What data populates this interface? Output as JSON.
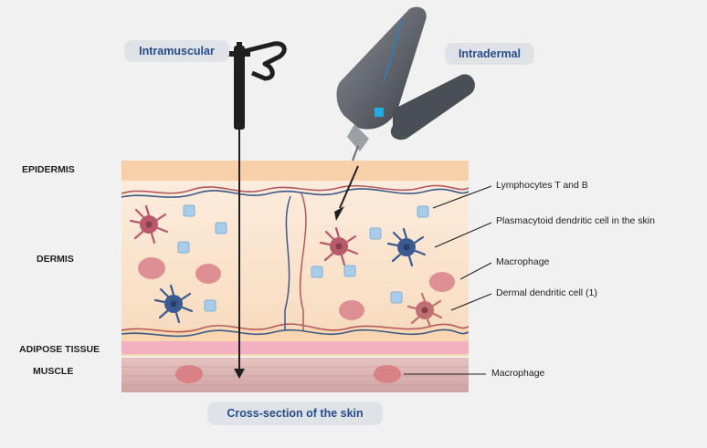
{
  "labels": {
    "intramuscular": "Intramuscular",
    "intradermal": "Intradermal",
    "cross_section": "Cross-section of the skin"
  },
  "layers": {
    "epidermis": "EPIDERMIS",
    "dermis": "DERMIS",
    "adipose": "ADIPOSE TISSUE",
    "muscle": "MUSCLE"
  },
  "callouts": {
    "lymphocytes": "Lymphocytes T and B",
    "plasmacytoid": "Plasmacytoid dendritic cell in the skin",
    "macrophage_dermis": "Macrophage",
    "dermal_dc": "Dermal dendritic cell (1)",
    "macrophage_muscle": "Macrophage"
  },
  "colors": {
    "pill_bg": "#dfe3e8",
    "pill_text": "#274c8a",
    "epidermis": "#f7cfa9",
    "dermis": "#fbe6d4",
    "adipose": "#f4b9c4",
    "muscle": "#d9b0b0",
    "vessel_red": "#b3585c",
    "vessel_blue": "#3d5a87",
    "dc_red": "#b85a6a",
    "dc_blue": "#3b5a8f",
    "lymphocyte": "#a9cde8",
    "macrophage": "#dd8f94"
  },
  "icons": [
    "intramuscular-syringe-icon",
    "intradermal-injector-icon",
    "arrow-icon"
  ]
}
